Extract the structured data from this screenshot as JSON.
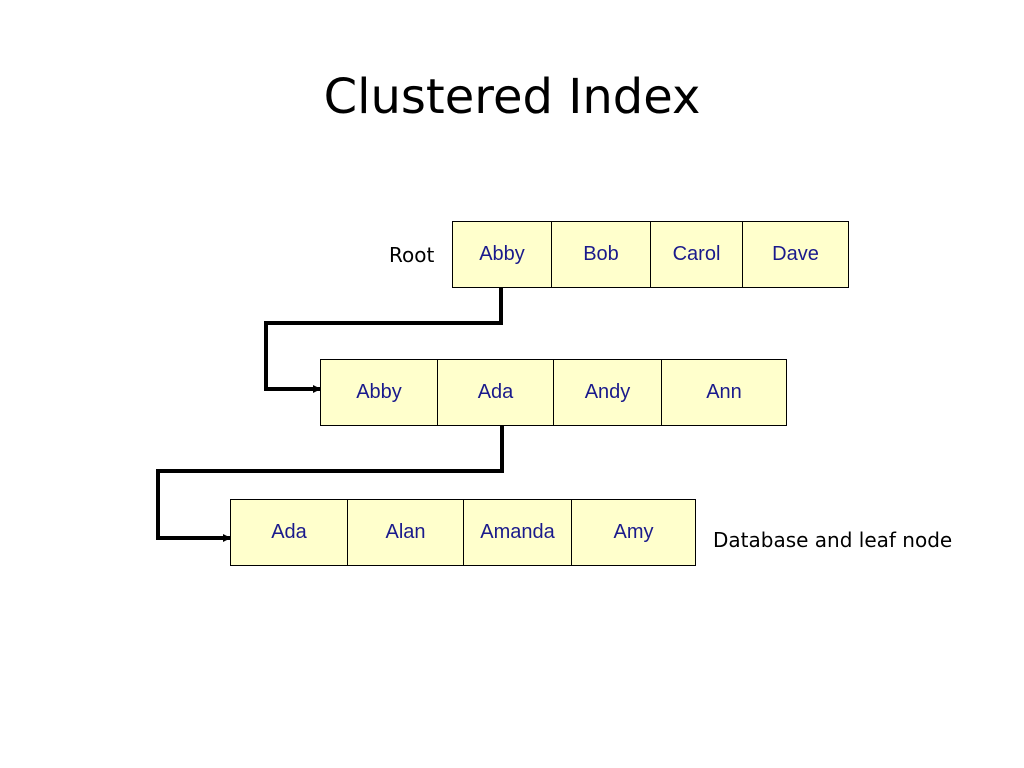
{
  "title": "Clustered Index",
  "labels": {
    "root": "Root",
    "leaf": "Database and leaf node"
  },
  "nodes": {
    "root": [
      "Abby",
      "Bob",
      "Carol",
      "Dave"
    ],
    "intermediate": [
      "Abby",
      "Ada",
      "Andy",
      "Ann"
    ],
    "leaf": [
      "Ada",
      "Alan",
      "Amanda",
      "Amy"
    ]
  },
  "colors": {
    "cell_fill": "#ffffcc",
    "cell_text": "#1a1a8c",
    "border": "#000000"
  }
}
